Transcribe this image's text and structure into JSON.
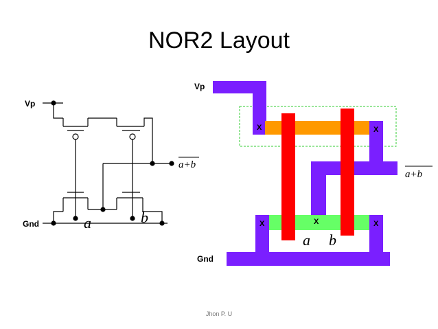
{
  "title": "NOR2 Layout",
  "footer": "Jhon P. U",
  "schematic": {
    "vp_label": "Vp",
    "gnd_label": "Gnd",
    "input_a": "a",
    "input_b": "b",
    "output_expr": "a+b"
  },
  "layout": {
    "vp_label": "Vp",
    "gnd_label": "Gnd",
    "input_a": "a",
    "input_b": "b",
    "output_expr": "a+b",
    "contact_mark": "X",
    "colors": {
      "metal": "#7a1fff",
      "poly": "#ff0000",
      "p_diffusion": "#ff9900",
      "n_diffusion": "#66ff66",
      "well_outline": "#33cc33"
    }
  }
}
